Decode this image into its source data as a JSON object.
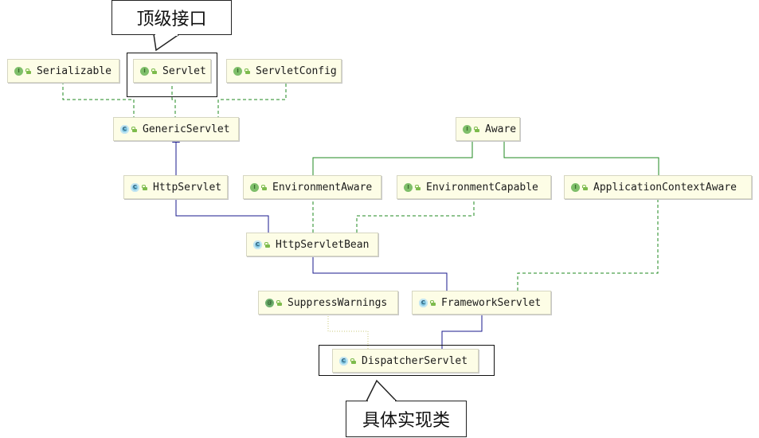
{
  "diagram": {
    "title": "DispatcherServlet type hierarchy",
    "colors": {
      "inheritance": "#1a1a8c",
      "implementation": "#1f8a1f",
      "annotation": "#c8c87a",
      "node_bg": "#fdfde6"
    },
    "nodes": {
      "serializable": {
        "label": "Serializable",
        "kind": "interface",
        "kind_glyph": "I"
      },
      "servlet": {
        "label": "Servlet",
        "kind": "interface",
        "kind_glyph": "I"
      },
      "servletconfig": {
        "label": "ServletConfig",
        "kind": "interface",
        "kind_glyph": "I"
      },
      "genericservlet": {
        "label": "GenericServlet",
        "kind": "abstract-class",
        "kind_glyph": "C"
      },
      "aware": {
        "label": "Aware",
        "kind": "interface",
        "kind_glyph": "I"
      },
      "httpservlet": {
        "label": "HttpServlet",
        "kind": "abstract-class",
        "kind_glyph": "C"
      },
      "environmentaware": {
        "label": "EnvironmentAware",
        "kind": "interface",
        "kind_glyph": "I"
      },
      "environmentcapable": {
        "label": "EnvironmentCapable",
        "kind": "interface",
        "kind_glyph": "I"
      },
      "applicationcontextaware": {
        "label": "ApplicationContextAware",
        "kind": "interface",
        "kind_glyph": "I"
      },
      "httpservletbean": {
        "label": "HttpServletBean",
        "kind": "abstract-class",
        "kind_glyph": "C"
      },
      "suppresswarnings": {
        "label": "SuppressWarnings",
        "kind": "annotation",
        "kind_glyph": "@"
      },
      "frameworkservlet": {
        "label": "FrameworkServlet",
        "kind": "abstract-class",
        "kind_glyph": "C"
      },
      "dispatcherservlet": {
        "label": "DispatcherServlet",
        "kind": "class",
        "kind_glyph": "C"
      }
    },
    "edges": [
      {
        "from": "genericservlet",
        "to": "serializable",
        "type": "implements"
      },
      {
        "from": "genericservlet",
        "to": "servlet",
        "type": "implements"
      },
      {
        "from": "genericservlet",
        "to": "servletconfig",
        "type": "implements"
      },
      {
        "from": "httpservlet",
        "to": "genericservlet",
        "type": "extends"
      },
      {
        "from": "environmentaware",
        "to": "aware",
        "type": "extends"
      },
      {
        "from": "applicationcontextaware",
        "to": "aware",
        "type": "extends"
      },
      {
        "from": "httpservletbean",
        "to": "httpservlet",
        "type": "extends"
      },
      {
        "from": "httpservletbean",
        "to": "environmentaware",
        "type": "implements"
      },
      {
        "from": "httpservletbean",
        "to": "environmentcapable",
        "type": "implements"
      },
      {
        "from": "frameworkservlet",
        "to": "httpservletbean",
        "type": "extends"
      },
      {
        "from": "frameworkservlet",
        "to": "applicationcontextaware",
        "type": "implements"
      },
      {
        "from": "dispatcherservlet",
        "to": "frameworkservlet",
        "type": "extends"
      },
      {
        "from": "dispatcherservlet",
        "to": "suppresswarnings",
        "type": "annotated"
      }
    ],
    "callouts": {
      "top": "顶级接口",
      "bottom": "具体实现类"
    }
  }
}
